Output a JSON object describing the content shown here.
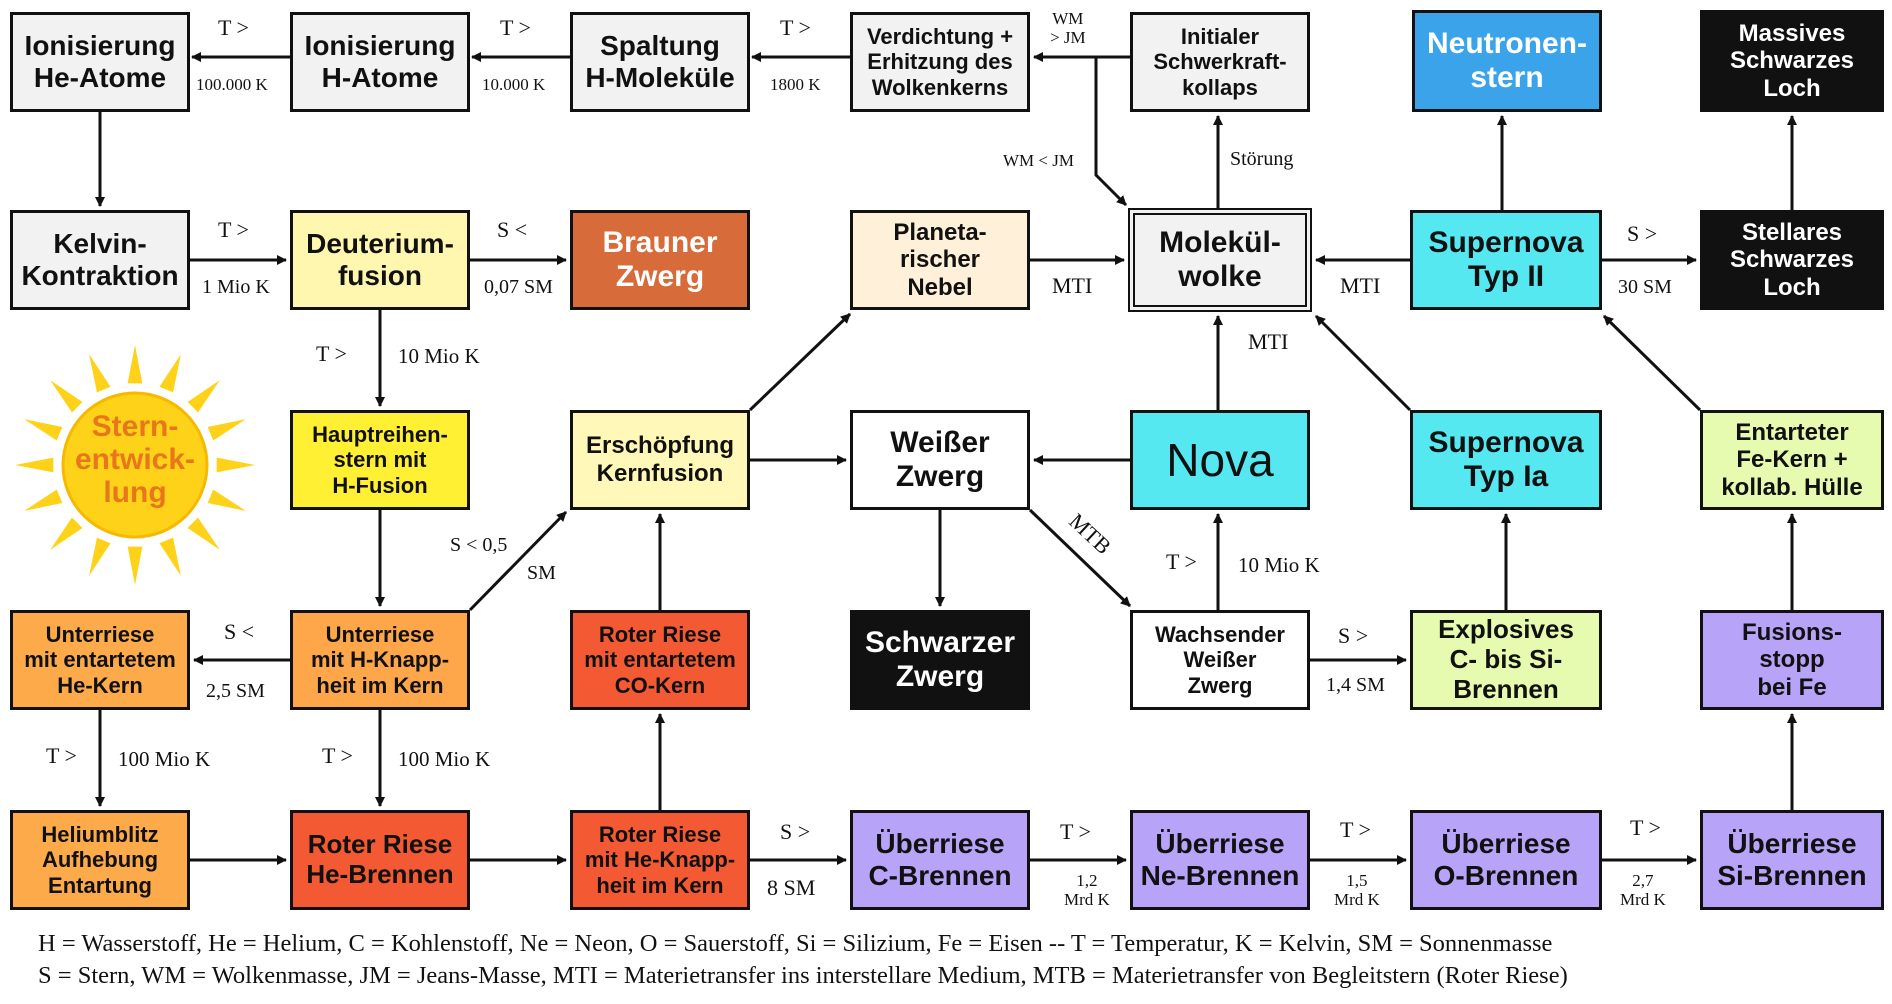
{
  "boxes": {
    "ion_he": {
      "label": "Ionisierung\nHe-Atome",
      "color": "#f2f2f2"
    },
    "ion_h": {
      "label": "Ionisierung\nH-Atome",
      "color": "#f2f2f2"
    },
    "spalt_h2": {
      "label": "Spaltung\nH-Moleküle",
      "color": "#f2f2f2"
    },
    "verdicht": {
      "label": "Verdichtung +\nErhitzung des\nWolkenkerns",
      "color": "#f2f2f2"
    },
    "init_kollaps": {
      "label": "Initialer\nSchwerkraft-\nkollaps",
      "color": "#f2f2f2"
    },
    "neutronenstern": {
      "label": "Neutronen-\nstern",
      "color": "#3aa3ea",
      "text_color": "#ffffff"
    },
    "massives_sl": {
      "label": "Massives\nSchwarzes\nLoch",
      "color": "#111111",
      "text_color": "#ffffff"
    },
    "kelvin": {
      "label": "Kelvin-\nKontraktion",
      "color": "#f2f2f2"
    },
    "deuterium": {
      "label": "Deuterium-\nfusion",
      "color": "#fff7b0"
    },
    "brauner_zwerg": {
      "label": "Brauner\nZwerg",
      "color": "#d86b3a",
      "text_color": "#ffffff"
    },
    "planet_nebel": {
      "label": "Planeta-\nrischer\nNebel",
      "color": "#fff1d9"
    },
    "molekuelwolke": {
      "label": "Molekül-\nwolke",
      "color": "#f2f2f2"
    },
    "sn2": {
      "label": "Supernova\nTyp II",
      "color": "#55e8f0"
    },
    "stellares_sl": {
      "label": "Stellares\nSchwarzes\nLoch",
      "color": "#111111",
      "text_color": "#ffffff"
    },
    "hauptreihe": {
      "label": "Hauptreihen-\nstern mit\nH-Fusion",
      "color": "#fff033"
    },
    "erschoepfung": {
      "label": "Erschöpfung\nKernfusion",
      "color": "#fff8b8"
    },
    "weisser_zwerg": {
      "label": "Weißer\nZwerg",
      "color": "#ffffff"
    },
    "nova": {
      "label": "Nova",
      "color": "#55e8f0"
    },
    "sn1a": {
      "label": "Supernova\nTyp Ia",
      "color": "#55e8f0"
    },
    "entarteter_fe": {
      "label": "Entarteter\nFe-Kern +\nkollab. Hülle",
      "color": "#e6fbb0"
    },
    "unterriese_he": {
      "label": "Unterriese\nmit entartetem\nHe-Kern",
      "color": "#fdaa4a"
    },
    "unterriese_h": {
      "label": "Unterriese\nmit H-Knapp-\nheit im Kern",
      "color": "#fda64a"
    },
    "roter_riese_co": {
      "label": "Roter Riese\nmit entartetem\nCO-Kern",
      "color": "#f35a33"
    },
    "schwarzer_zwerg": {
      "label": "Schwarzer\nZwerg",
      "color": "#111111",
      "text_color": "#ffffff"
    },
    "wachsender_wz": {
      "label": "Wachsender\nWeißer\nZwerg",
      "color": "#ffffff"
    },
    "explosive": {
      "label": "Explosives\nC- bis Si-\nBrennen",
      "color": "#e6fbb0"
    },
    "fusionsstopp": {
      "label": "Fusions-\nstopp\nbei Fe",
      "color": "#b7a3f7"
    },
    "heliumblitz": {
      "label": "Heliumblitz\nAufhebung\nEntartung",
      "color": "#fdaa4a"
    },
    "roter_riese_he": {
      "label": "Roter Riese\nHe-Brennen",
      "color": "#f35a33"
    },
    "roter_riese_knapp": {
      "label": "Roter Riese\nmit He-Knapp-\nheit im Kern",
      "color": "#f35a33"
    },
    "ue_c": {
      "label": "Überriese\nC-Brennen",
      "color": "#b7a3f7"
    },
    "ue_ne": {
      "label": "Überriese\nNe-Brennen",
      "color": "#b7a3f7"
    },
    "ue_o": {
      "label": "Überriese\nO-Brennen",
      "color": "#b7a3f7"
    },
    "ue_si": {
      "label": "Überriese\nSi-Brennen",
      "color": "#b7a3f7"
    }
  },
  "labels": {
    "t1": "T >",
    "t1v": "100.000 K",
    "t2": "T >",
    "t2v": "10.000 K",
    "t3": "T >",
    "t3v": "1800 K",
    "wm_gt": "WM\n> JM",
    "wm_lt": "WM < JM",
    "stoerung": "Störung",
    "t4": "T >",
    "t4v": "1 Mio K",
    "s_brauner": "S <",
    "s_brauner_v": "0,07 SM",
    "mti_nebel": "MTI",
    "mti_sn2": "MTI",
    "s_30": "S >",
    "s_30v": "30 SM",
    "t_deut": "T >",
    "t_deut_v": "10 Mio K",
    "mti_nova": "MTI",
    "s_05": "S < 0,5",
    "s_05sm": "SM",
    "mtb": "MTB",
    "t_nova": "T >",
    "t_nova_v": "10 Mio K",
    "s_25": "S <",
    "s_25v": "2,5 SM",
    "s_14": "S >",
    "s_14v": "1,4 SM",
    "t_he": "T >",
    "t_he_v": "100 Mio K",
    "t_he2": "T >",
    "t_he2_v": "100 Mio K",
    "s_8": "S >",
    "s_8v": "8 SM",
    "t_ne": "T >",
    "t_ne_v": "1,2\nMrd K",
    "t_o": "T >",
    "t_o_v": "1,5\nMrd K",
    "t_si": "T >",
    "t_si_v": "2,7\nMrd K"
  },
  "sun": {
    "label": "Stern-\nentwick-\nlung",
    "color": "#ffd21a"
  },
  "legend": {
    "line1": "H = Wasserstoff, He = Helium, C = Kohlenstoff, Ne = Neon, O = Sauerstoff, Si = Silizium, Fe = Eisen  --  T = Temperatur, K = Kelvin, SM = Sonnenmasse",
    "line2": "S = Stern, WM = Wolkenmasse, JM = Jeans-Masse, MTI = Materietransfer ins interstellare Medium, MTB = Materietransfer von Begleitstern (Roter Riese)"
  }
}
